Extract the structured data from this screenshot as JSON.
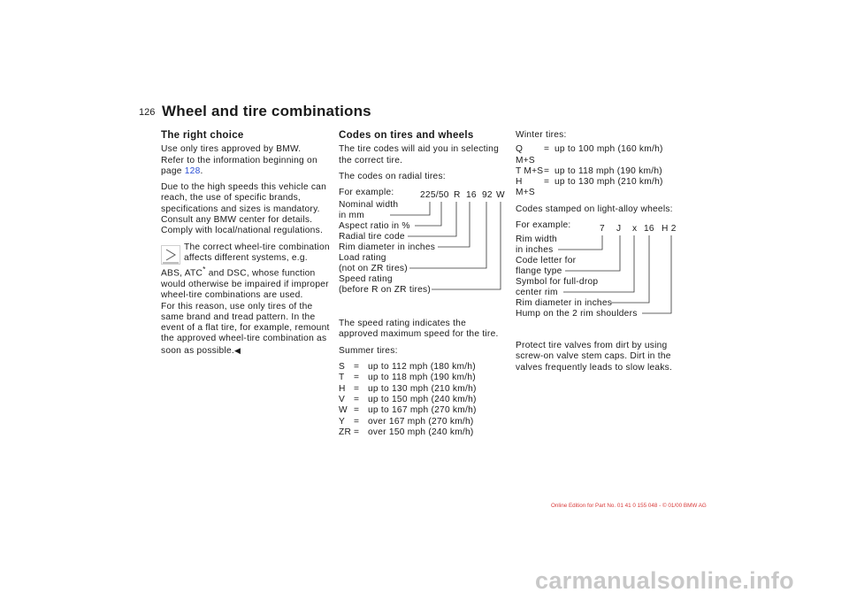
{
  "page_number": "126",
  "title": "Wheel and tire combinations",
  "col1": {
    "heading": "The right choice",
    "p1_line1": "Use only tires approved by BMW.",
    "p1_line2_pre": "Refer to the information beginning on page ",
    "p1_link": "128",
    "p1_post": ".",
    "p2": "Due to the high speeds this vehicle can reach, the use of specific brands, specifications and sizes is mandatory. Consult any BMW center for details.",
    "p3": "Comply with local/national regulations.",
    "note_first": "The correct wheel-tire combination affects different systems, e.g.",
    "note_abs_pre": "ABS, ATC",
    "note_star": "*",
    "note_abs_post": " and DSC, whose function would otherwise be impaired if improper wheel-tire combinations are used.",
    "note_p2": "For this reason, use only tires of the same brand and tread pattern. In the event of a flat tire, for example, remount the approved wheel-tire combination as soon as possible.",
    "end_mark": "◀"
  },
  "col2": {
    "heading": "Codes on tires and wheels",
    "p1": "The tire codes will aid you in selecting the correct tire.",
    "p2": "The codes on radial tires:",
    "example_label": "For example:",
    "code": {
      "c1": "225/50",
      "c2": "R",
      "c3": "16",
      "c4": "92",
      "c5": "W"
    },
    "labels": {
      "l1a": "Nominal width",
      "l1b": "in mm",
      "l2": "Aspect ratio in %",
      "l3": "Radial tire code",
      "l4": "Rim diameter in inches",
      "l5a": "Load rating",
      "l5b": "(not on ZR tires)",
      "l6a": "Speed rating",
      "l6b": "(before R on ZR tires)"
    },
    "p3": "The speed rating indicates the approved maximum speed for the tire.",
    "summer_label": "Summer tires:",
    "summer": [
      {
        "code": "S",
        "eq": "=",
        "desc": "up to 112 mph (180 km/h)"
      },
      {
        "code": "T",
        "eq": "=",
        "desc": "up to 118 mph (190 km/h)"
      },
      {
        "code": "H",
        "eq": "=",
        "desc": "up to 130 mph (210 km/h)"
      },
      {
        "code": "V",
        "eq": "=",
        "desc": "up to 150 mph (240 km/h)"
      },
      {
        "code": "W",
        "eq": "=",
        "desc": "up to 167 mph (270 km/h)"
      },
      {
        "code": "Y",
        "eq": "=",
        "desc": "over 167 mph (270 km/h)"
      },
      {
        "code": "ZR",
        "eq": "=",
        "desc": "over 150 mph (240 km/h)"
      }
    ]
  },
  "col3": {
    "winter_label": "Winter tires:",
    "winter": [
      {
        "code": "Q  M+S",
        "eq": "=",
        "desc": "up to 100 mph (160 km/h)"
      },
      {
        "code": "T  M+S",
        "eq": "=",
        "desc": "up to 118 mph (190 km/h)"
      },
      {
        "code": "H  M+S",
        "eq": "=",
        "desc": "up to 130 mph (210 km/h)"
      }
    ],
    "p_codes": "Codes stamped on light-alloy wheels:",
    "example_label": "For example:",
    "code": {
      "c1": "7",
      "c2": "J",
      "c3": "x",
      "c4": "16",
      "c5": "H 2"
    },
    "labels": {
      "l1a": "Rim width",
      "l1b": "in inches",
      "l2a": "Code letter for",
      "l2b": "flange type",
      "l3a": "Symbol for full-drop",
      "l3b": "center rim",
      "l4": "Rim diameter in inches",
      "l5": "Hump on the 2 rim shoulders"
    },
    "p_protect": "Protect tire valves from dirt by using screw-on valve stem caps. Dirt in the valves frequently leads to slow leaks."
  },
  "footer": "Online Edition for Part No. 01 41 0 155 048 - © 01/00 BMW AG",
  "watermark": "carmanualsonline.info",
  "colors": {
    "link": "#2a4fd6",
    "footer": "#d83a3a",
    "watermark": "#c8c8c8"
  }
}
